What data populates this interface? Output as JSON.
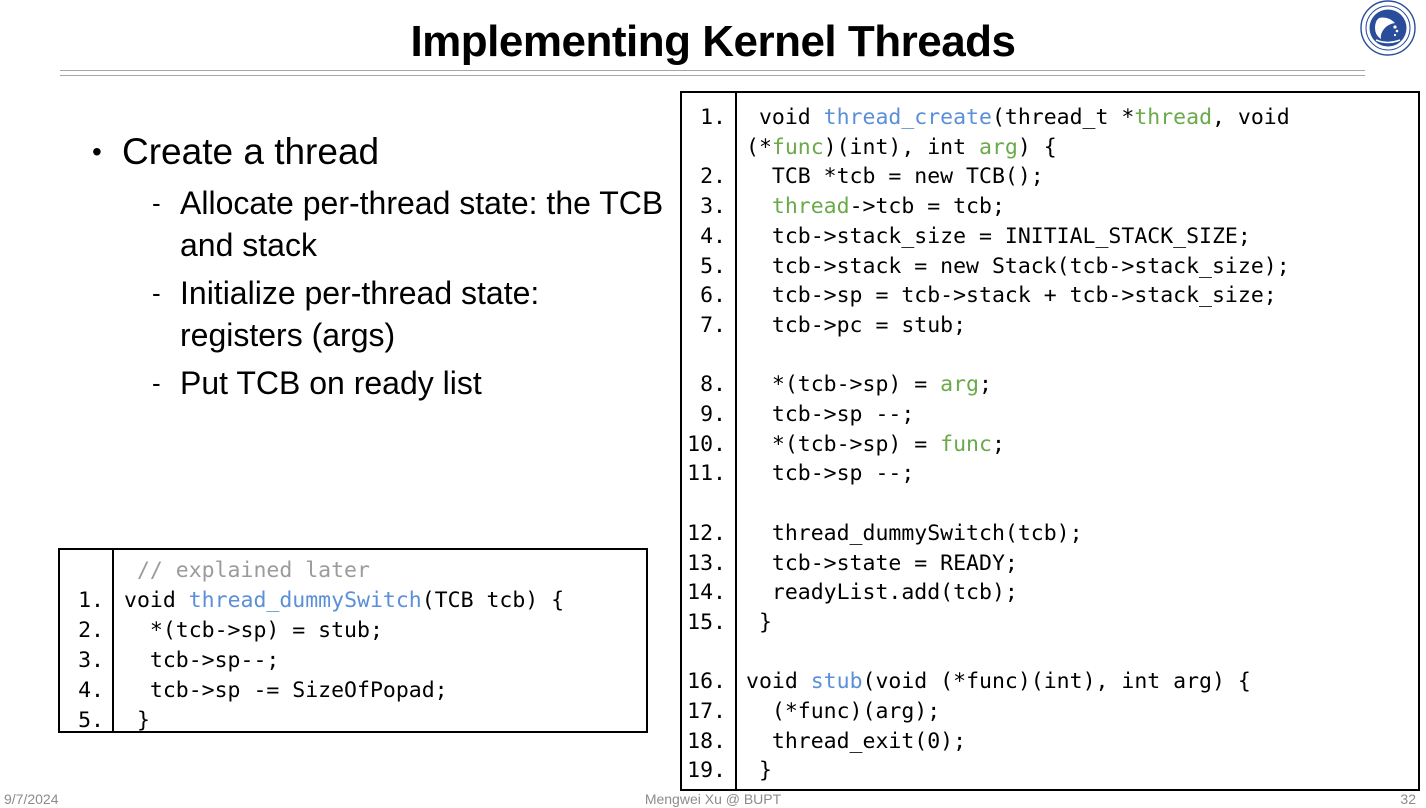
{
  "slide": {
    "title": "Implementing Kernel Threads",
    "logo_name": "bupt-university-seal"
  },
  "bullets": [
    {
      "level": 1,
      "marker": "•",
      "text": "Create a thread"
    },
    {
      "level": 2,
      "marker": "-",
      "text": "Allocate per-thread state: the TCB and stack"
    },
    {
      "level": 2,
      "marker": "-",
      "text": "Initialize per-thread state: registers (args)"
    },
    {
      "level": 2,
      "marker": "-",
      "text": "Put TCB on ready list"
    }
  ],
  "code_right": {
    "rows": [
      {
        "lineno": "1.",
        "tokens": [
          {
            "t": " void ",
            "c": ""
          },
          {
            "t": "thread_create",
            "c": "tok-fn"
          },
          {
            "t": "(thread_t *",
            "c": ""
          },
          {
            "t": "thread",
            "c": "tok-var"
          },
          {
            "t": ", void",
            "c": ""
          }
        ]
      },
      {
        "lineno": "",
        "tokens": [
          {
            "t": "(*",
            "c": ""
          },
          {
            "t": "func",
            "c": "tok-var"
          },
          {
            "t": ")(int), int ",
            "c": ""
          },
          {
            "t": "arg",
            "c": "tok-var"
          },
          {
            "t": ") {",
            "c": ""
          }
        ]
      },
      {
        "lineno": "2.",
        "tokens": [
          {
            "t": "  TCB *tcb = new TCB();",
            "c": ""
          }
        ]
      },
      {
        "lineno": "3.",
        "tokens": [
          {
            "t": "  ",
            "c": ""
          },
          {
            "t": "thread",
            "c": "tok-var"
          },
          {
            "t": "->tcb = tcb;",
            "c": ""
          }
        ]
      },
      {
        "lineno": "4.",
        "tokens": [
          {
            "t": "  tcb->stack_size = INITIAL_STACK_SIZE;",
            "c": ""
          }
        ]
      },
      {
        "lineno": "5.",
        "tokens": [
          {
            "t": "  tcb->stack = new Stack(tcb->stack_size);",
            "c": ""
          }
        ]
      },
      {
        "lineno": "6.",
        "tokens": [
          {
            "t": "  tcb->sp = tcb->stack + tcb->stack_size;",
            "c": ""
          }
        ]
      },
      {
        "lineno": "7.",
        "tokens": [
          {
            "t": "  tcb->pc = stub;",
            "c": ""
          }
        ]
      },
      {
        "lineno": "",
        "tokens": [
          {
            "t": " ",
            "c": ""
          }
        ]
      },
      {
        "lineno": "8.",
        "tokens": [
          {
            "t": "  *(tcb->sp) = ",
            "c": ""
          },
          {
            "t": "arg",
            "c": "tok-var"
          },
          {
            "t": ";",
            "c": ""
          }
        ]
      },
      {
        "lineno": "9.",
        "tokens": [
          {
            "t": "  tcb->sp --;",
            "c": ""
          }
        ]
      },
      {
        "lineno": "10.",
        "tokens": [
          {
            "t": "  *(tcb->sp) = ",
            "c": ""
          },
          {
            "t": "func",
            "c": "tok-var"
          },
          {
            "t": ";",
            "c": ""
          }
        ]
      },
      {
        "lineno": "11.",
        "tokens": [
          {
            "t": "  tcb->sp --;",
            "c": ""
          }
        ]
      },
      {
        "lineno": "",
        "tokens": [
          {
            "t": " ",
            "c": ""
          }
        ]
      },
      {
        "lineno": "12.",
        "tokens": [
          {
            "t": "  thread_dummySwitch(tcb);",
            "c": ""
          }
        ]
      },
      {
        "lineno": "13.",
        "tokens": [
          {
            "t": "  tcb->state = READY;",
            "c": ""
          }
        ]
      },
      {
        "lineno": "14.",
        "tokens": [
          {
            "t": "  readyList.add(tcb);",
            "c": ""
          }
        ]
      },
      {
        "lineno": "15.",
        "tokens": [
          {
            "t": " }",
            "c": ""
          }
        ]
      },
      {
        "lineno": "",
        "tokens": [
          {
            "t": " ",
            "c": ""
          }
        ]
      },
      {
        "lineno": "16.",
        "tokens": [
          {
            "t": "void ",
            "c": ""
          },
          {
            "t": "stub",
            "c": "tok-fn"
          },
          {
            "t": "(void (*func)(int), int arg) {",
            "c": ""
          }
        ]
      },
      {
        "lineno": "17.",
        "tokens": [
          {
            "t": "  (*func)(arg);",
            "c": ""
          }
        ]
      },
      {
        "lineno": "18.",
        "tokens": [
          {
            "t": "  thread_exit(0);",
            "c": ""
          }
        ]
      },
      {
        "lineno": "19.",
        "tokens": [
          {
            "t": " }",
            "c": ""
          }
        ]
      }
    ]
  },
  "code_left": {
    "rows": [
      {
        "lineno": "",
        "tokens": [
          {
            "t": " // explained later",
            "c": "tok-cmt"
          }
        ]
      },
      {
        "lineno": "1.",
        "tokens": [
          {
            "t": "void ",
            "c": ""
          },
          {
            "t": "thread_dummySwitch",
            "c": "tok-fn"
          },
          {
            "t": "(TCB tcb) {",
            "c": ""
          }
        ]
      },
      {
        "lineno": "2.",
        "tokens": [
          {
            "t": "  *(tcb->sp) = stub;",
            "c": ""
          }
        ]
      },
      {
        "lineno": "3.",
        "tokens": [
          {
            "t": "  tcb->sp--;",
            "c": ""
          }
        ]
      },
      {
        "lineno": "4.",
        "tokens": [
          {
            "t": "  tcb->sp -= SizeOfPopad;",
            "c": ""
          }
        ]
      },
      {
        "lineno": "5.",
        "tokens": [
          {
            "t": " }",
            "c": ""
          }
        ]
      }
    ]
  },
  "footer": {
    "date": "9/7/2024",
    "author": "Mengwei Xu @ BUPT",
    "page": "32"
  },
  "colors": {
    "function": "#5b8fd9",
    "variable": "#6aaa4a",
    "comment": "#9b9b9b",
    "rule": "#a6a6a6",
    "logo": "#2a4d9b"
  }
}
